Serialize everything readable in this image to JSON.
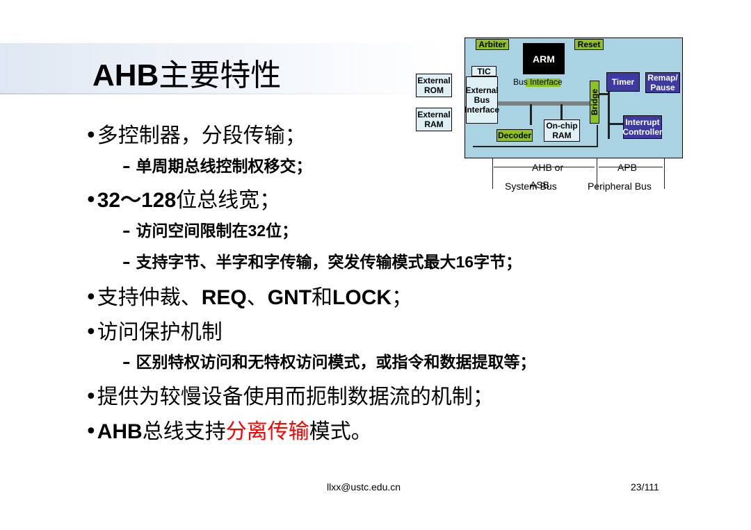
{
  "slide": {
    "title_en": "AHB",
    "title_zh": "主要特性",
    "bullets": [
      {
        "text": "•多控制器，分段传输；"
      },
      {
        "sub": "– 单周期总线控制权移交；"
      },
      {
        "parts": [
          "•",
          "32～128",
          "位总线宽；"
        ]
      },
      {
        "parts": [
          "– 访问空间限制在",
          "32",
          "位；"
        ]
      },
      {
        "parts": [
          "– 支持字节、半字和字传输，突发传输模式最大",
          "16",
          "字节；"
        ]
      },
      {
        "parts": [
          "•支持仲裁、",
          "REQ",
          "、",
          "GNT",
          "和",
          "LOCK",
          "；"
        ]
      },
      {
        "text": "•访问保护机制"
      },
      {
        "sub": "– 区别特权访问和无特权访问模式，或指令和数据提取等；"
      },
      {
        "text": "•提供为较慢设备使用而扼制数据流的机制；"
      },
      {
        "parts": [
          "•",
          "AHB",
          "总线支持",
          "分离传输",
          "模式。"
        ]
      }
    ],
    "highlight_color": "#ff0000"
  },
  "diagram": {
    "arbiter": "Arbiter",
    "reset": "Reset",
    "arm": "ARM",
    "bus_interface": "Bus Interface",
    "tic": "TIC",
    "ext_bus_interface": [
      "External",
      "Bus",
      "Interface"
    ],
    "ext_rom": [
      "External",
      "ROM"
    ],
    "ext_ram": [
      "External",
      "RAM"
    ],
    "bridge": "Bridge",
    "timer": "Timer",
    "remap": [
      "Remap/",
      "Pause"
    ],
    "interrupt": [
      "Interrupt",
      "Controller"
    ],
    "decoder": "Decoder",
    "onchip": [
      "On-chip",
      "RAM"
    ],
    "ahb_label": "AHB or",
    "asb_label": "ASB",
    "system_bus": "System Bus",
    "apb_label": "APB",
    "peripheral_bus": "Peripheral Bus",
    "colors": {
      "background": "#a9d2e3",
      "green": "#8dc21f",
      "purple": "#3d3aa0",
      "arm": "#000000"
    }
  },
  "footer": {
    "email": "llxx@ustc.edu.cn",
    "page": "23/111"
  }
}
